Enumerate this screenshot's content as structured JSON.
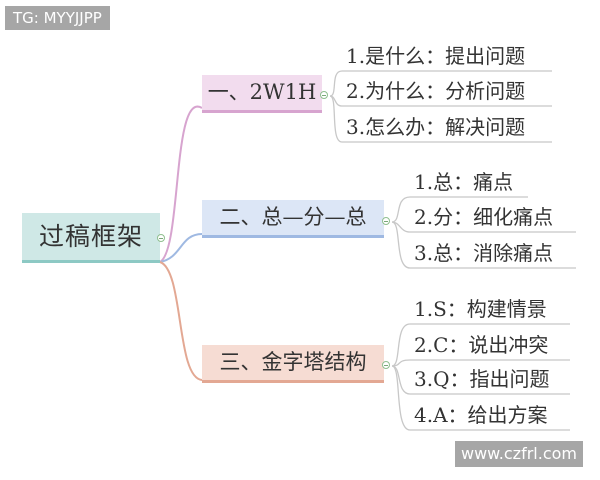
{
  "watermark_top_left": "TG: MYYJJPP",
  "watermark_bottom_right": "www.czfrl.com",
  "root": {
    "label": "过稿框架"
  },
  "branches": [
    {
      "label": "一、2W1H",
      "items": [
        "1.是什么：提出问题",
        "2.为什么：分析问题",
        "3.怎么办：解决问题"
      ]
    },
    {
      "label": "二、总—分—总",
      "items": [
        "1.总：痛点",
        "2.分：细化痛点",
        "3.总：消除痛点"
      ]
    },
    {
      "label": "三、金字塔结构",
      "items": [
        "1.S：构建情景",
        "2.C：说出冲突",
        "3.Q：指出问题",
        "4.A：给出方案"
      ]
    }
  ],
  "colors": {
    "root_fill": "#cfe8e6",
    "branch_1": "#d7a4cf",
    "branch_2": "#9fb9e2",
    "branch_3": "#e3a893",
    "leaf_line": "#c8c8c8",
    "collapse_icon": "#8fbf8f"
  }
}
